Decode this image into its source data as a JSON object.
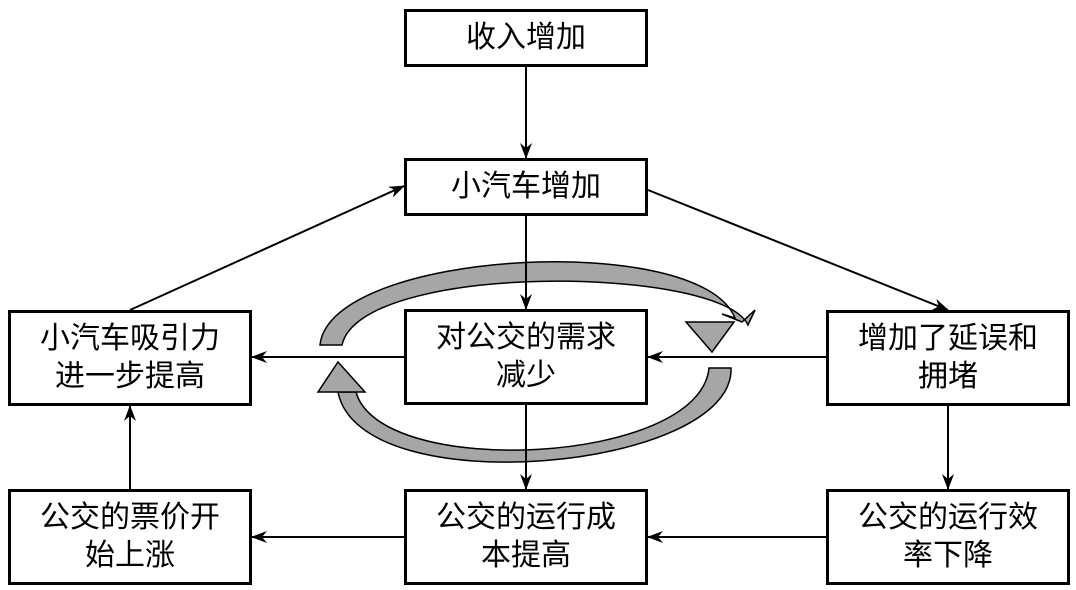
{
  "diagram": {
    "nodes": {
      "income": {
        "lines": [
          "收入增加"
        ]
      },
      "cars": {
        "lines": [
          "小汽车增加"
        ]
      },
      "attract": {
        "lines": [
          "小汽车吸引力",
          "进一步提高"
        ]
      },
      "demand": {
        "lines": [
          "对公交的需求",
          "减少"
        ]
      },
      "congestion": {
        "lines": [
          "增加了延误和",
          "拥堵"
        ]
      },
      "fare": {
        "lines": [
          "公交的票价开",
          "始上涨"
        ]
      },
      "cost": {
        "lines": [
          "公交的运行成",
          "本提高"
        ]
      },
      "efficiency": {
        "lines": [
          "公交的运行效",
          "率下降"
        ]
      }
    },
    "edges": [
      {
        "from": "income",
        "to": "cars"
      },
      {
        "from": "cars",
        "to": "demand"
      },
      {
        "from": "cars",
        "to": "congestion"
      },
      {
        "from": "attract",
        "to": "cars"
      },
      {
        "from": "demand",
        "to": "attract"
      },
      {
        "from": "congestion",
        "to": "demand"
      },
      {
        "from": "demand",
        "to": "cost"
      },
      {
        "from": "congestion",
        "to": "efficiency"
      },
      {
        "from": "efficiency",
        "to": "cost"
      },
      {
        "from": "cost",
        "to": "fare"
      },
      {
        "from": "fare",
        "to": "attract"
      }
    ],
    "cycle_arrow_color": "#a6a6a6"
  }
}
